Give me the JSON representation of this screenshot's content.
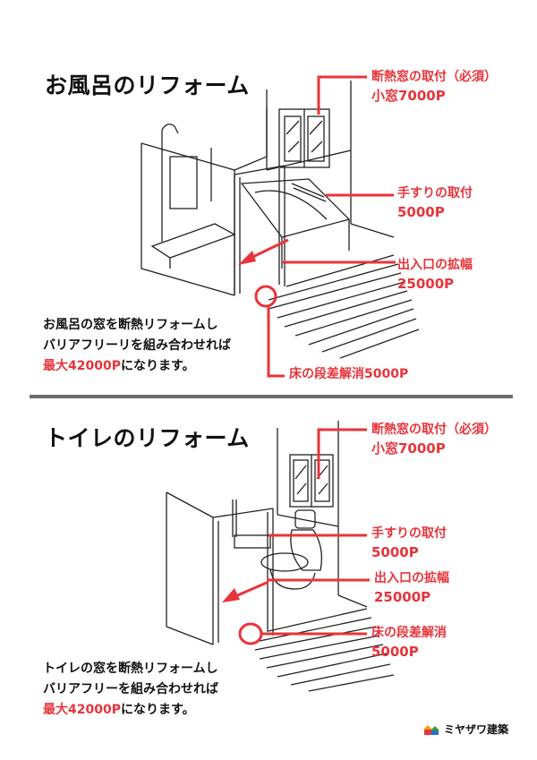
{
  "bath": {
    "title": "お風呂のリフォーム",
    "callouts": [
      {
        "line1": "断熱窓の取付（必須）",
        "line2": "小窓7000P"
      },
      {
        "line1": "手すりの取付",
        "line2": "5000P"
      },
      {
        "line1": "出入口の拡幅",
        "line2": "25000P"
      },
      {
        "line1": "床の段差解消5000P",
        "line2": ""
      }
    ],
    "desc": {
      "line1": "お風呂の窓を断熱リフォームし",
      "line2": "バリアフリーリを組み合わせれば",
      "line3_highlight": "最大42000P",
      "line3_rest": "になります。"
    }
  },
  "toilet": {
    "title": "トイレのリフォーム",
    "callouts": [
      {
        "line1": "断熱窓の取付（必須）",
        "line2": "小窓7000P"
      },
      {
        "line1": "手すりの取付",
        "line2": "5000P"
      },
      {
        "line1": "出入口の拡幅",
        "line2": "25000P"
      },
      {
        "line1": "床の段差解消",
        "line2": "5000P"
      }
    ],
    "desc": {
      "line1": "トイレの窓を断熱リフォームし",
      "line2": "バリアフリーを組み合わせれば",
      "line3_highlight": "最大42000P",
      "line3_rest": "になります。"
    }
  },
  "logo": {
    "name": "ミヤザワ建築"
  },
  "colors": {
    "accent": "#e8343a",
    "divider": "#6e6e6e",
    "text": "#111111"
  }
}
